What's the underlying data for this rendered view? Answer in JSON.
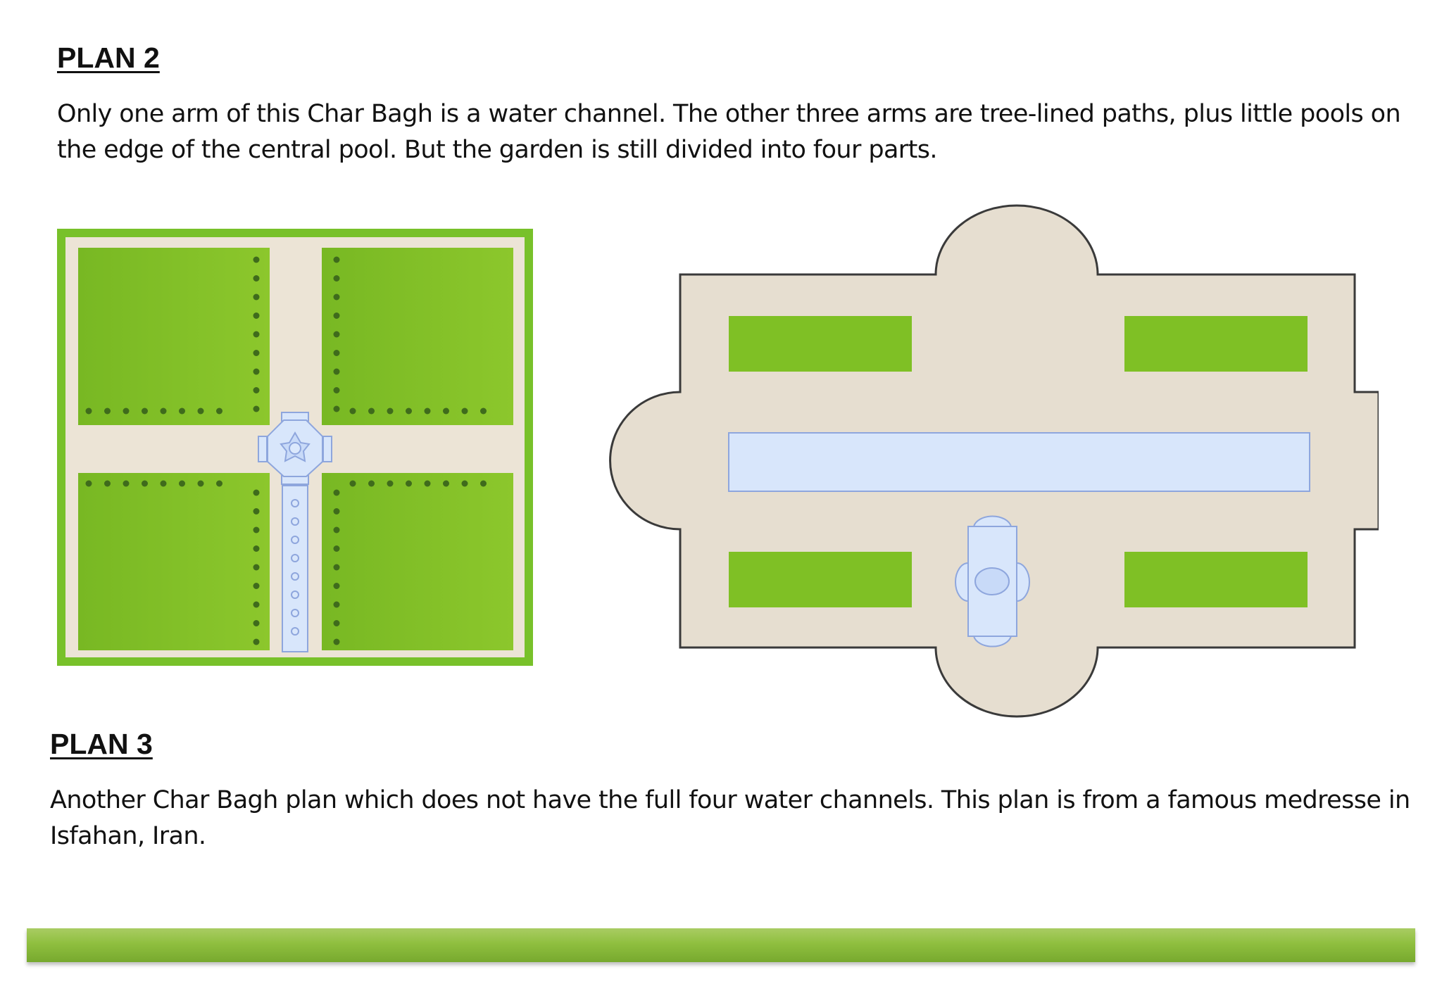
{
  "plan2": {
    "heading": "PLAN 2",
    "text": "Only one arm of this Char Bagh is a water channel. The other three arms are tree-lined paths, plus little pools on the edge of the central pool. But the garden is still divided into four parts."
  },
  "plan3": {
    "heading": "PLAN 3",
    "text": "Another Char  Bagh plan which does not have the full four water channels. This plan is from a famous medresse in Isfahan, Iran."
  },
  "colors": {
    "lawn": "#7fc025",
    "lawn_border": "#78c12a",
    "path": "#ece4d6",
    "water": "#d8e6fb",
    "water_edge": "#8ea6dd",
    "tree": "#3f6b1c",
    "footer": "#8fbf3f"
  }
}
